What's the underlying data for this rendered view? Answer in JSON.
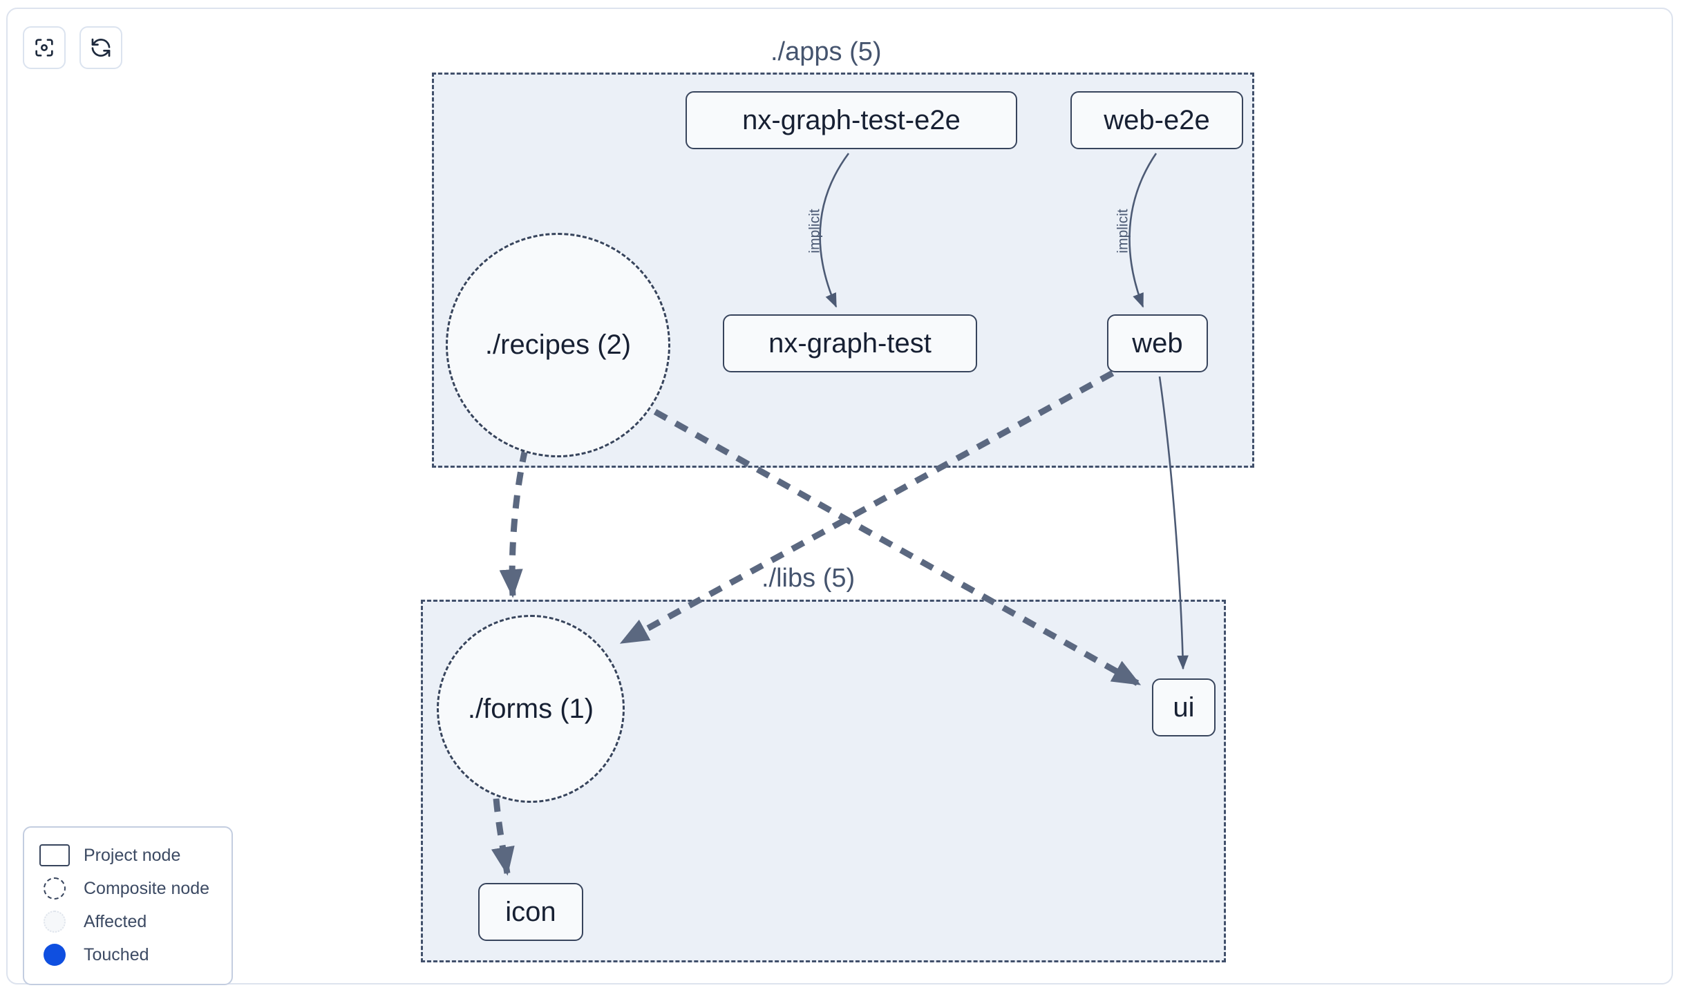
{
  "toolbar": {
    "buttons": [
      {
        "name": "focus-graph-button",
        "icon": "focus-target-icon",
        "label": ""
      },
      {
        "name": "refresh-graph-button",
        "icon": "refresh-icon",
        "label": ""
      }
    ]
  },
  "graph": {
    "groups": [
      {
        "id": "apps",
        "label": "./apps (5)"
      },
      {
        "id": "libs",
        "label": "./libs (5)"
      }
    ],
    "nodes": [
      {
        "id": "nx-graph-test-e2e",
        "label": "nx-graph-test-e2e",
        "type": "project",
        "group": "apps"
      },
      {
        "id": "web-e2e",
        "label": "web-e2e",
        "type": "project",
        "group": "apps"
      },
      {
        "id": "nx-graph-test",
        "label": "nx-graph-test",
        "type": "project",
        "group": "apps"
      },
      {
        "id": "web",
        "label": "web",
        "type": "project",
        "group": "apps"
      },
      {
        "id": "recipes",
        "label": "./recipes (2)",
        "type": "composite",
        "group": "apps"
      },
      {
        "id": "forms",
        "label": "./forms (1)",
        "type": "composite",
        "group": "libs"
      },
      {
        "id": "ui",
        "label": "ui",
        "type": "project",
        "group": "libs"
      },
      {
        "id": "icon",
        "label": "icon",
        "type": "project",
        "group": "libs"
      }
    ],
    "edges": [
      {
        "source": "nx-graph-test-e2e",
        "target": "nx-graph-test",
        "label": "implicit",
        "style": "solid"
      },
      {
        "source": "web-e2e",
        "target": "web",
        "label": "implicit",
        "style": "solid"
      },
      {
        "source": "web",
        "target": "ui",
        "label": "",
        "style": "solid"
      },
      {
        "source": "recipes",
        "target": "forms",
        "label": "",
        "style": "dashed"
      },
      {
        "source": "recipes",
        "target": "ui",
        "label": "",
        "style": "dashed"
      },
      {
        "source": "web",
        "target": "forms",
        "label": "",
        "style": "dashed"
      },
      {
        "source": "forms",
        "target": "icon",
        "label": "",
        "style": "dashed"
      }
    ]
  },
  "legend": {
    "items": [
      {
        "swatch": "project-node-swatch",
        "label": "Project node"
      },
      {
        "swatch": "composite-node-swatch",
        "label": "Composite node"
      },
      {
        "swatch": "affected-swatch",
        "label": "Affected"
      },
      {
        "swatch": "touched-swatch",
        "label": "Touched"
      }
    ]
  },
  "colors": {
    "group_fill": "#ebf0f7",
    "group_border": "#41506b",
    "node_fill": "#f8fafc",
    "node_border": "#37445c",
    "node_text": "#172033",
    "edge": "#4c5a74",
    "touched": "#0f4fe0",
    "panel_border": "#dde3ee"
  }
}
